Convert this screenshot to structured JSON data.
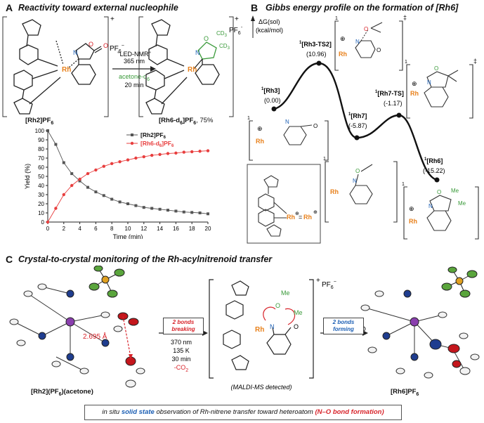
{
  "panel_a": {
    "letter": "A",
    "title": "Reactivity toward external nucleophile",
    "reactant_label": "[Rh2]PF",
    "reactant_sub": "6",
    "product_label": "[Rh6-d",
    "product_sub1": "6",
    "product_mid": "]PF",
    "product_sub2": "6",
    "product_yield": ", 75%",
    "cond_1": "365 nm",
    "cond_2": "\"LED-NMR\"",
    "cond_3": "acetone-d",
    "cond_3_sub": "6",
    "cond_4": "20 min",
    "charge": "+",
    "counterion": "PF",
    "counterion_sub": "6",
    "counterion_sup": "−",
    "atoms": {
      "rh": "Rh",
      "n": "N",
      "o": "O",
      "cd3": "CD"
    }
  },
  "panel_b": {
    "letter": "B",
    "title": "Gibbs energy profile on the formation of [Rh6]",
    "axis_label_1": "ΔG(sol)",
    "axis_label_2": "(kcal/mol)",
    "states": [
      {
        "name": "[Rh3]",
        "sup": "1",
        "energy": "(0.00)"
      },
      {
        "name": "[Rh3-TS2]",
        "sup": "1",
        "energy": "(10.96)"
      },
      {
        "name": "[Rh7]",
        "sup": "1",
        "energy": "(-5.87)"
      },
      {
        "name": "[Rh7-TS]",
        "sup": "1",
        "energy": "(-1.17)"
      },
      {
        "name": "[Rh6]",
        "sup": "1",
        "energy": "(-15.22)"
      }
    ],
    "ts_mark": "‡",
    "plus": "⊕",
    "eq_sign": "=",
    "atoms": {
      "rh": "Rh",
      "n": "N",
      "o": "O",
      "me": "Me"
    }
  },
  "chart_data": {
    "type": "line",
    "title": "",
    "xlabel": "Time (min)",
    "ylabel": "Yield (%)",
    "xlim": [
      0,
      20
    ],
    "ylim": [
      0,
      100
    ],
    "xticks": [
      0,
      2,
      4,
      6,
      8,
      10,
      12,
      14,
      16,
      18,
      20
    ],
    "yticks": [
      0,
      10,
      20,
      30,
      40,
      50,
      60,
      70,
      80,
      90,
      100
    ],
    "legend_position": "top-right",
    "series": [
      {
        "name": "[Rh2]PF",
        "name_sub": "6",
        "color": "#555555",
        "marker": "square",
        "x": [
          0,
          1,
          2,
          3,
          4,
          5,
          6,
          7,
          8,
          9,
          10,
          11,
          12,
          13,
          14,
          15,
          16,
          17,
          18,
          19,
          20
        ],
        "values": [
          100,
          85,
          65,
          53,
          45,
          38,
          33,
          29,
          25,
          22,
          20,
          18,
          16,
          15,
          14,
          13,
          12,
          11,
          10.5,
          10,
          9
        ]
      },
      {
        "name": "[Rh6-d",
        "name_sub": "6",
        "name_tail": "]PF",
        "name_sub2": "6",
        "color": "#e83e3e",
        "marker": "circle",
        "x": [
          0,
          1,
          2,
          3,
          4,
          5,
          6,
          7,
          8,
          9,
          10,
          11,
          12,
          13,
          14,
          15,
          16,
          17,
          18,
          19,
          20
        ],
        "values": [
          0,
          15,
          30,
          40,
          47,
          53,
          57,
          61,
          64,
          66,
          68,
          70,
          71.5,
          73,
          74,
          75,
          75.5,
          76.5,
          77,
          77.5,
          78
        ]
      }
    ]
  },
  "panel_c": {
    "letter": "C",
    "title": "Crystal-to-crystal monitoring of the Rh-acylnitrenoid transfer",
    "left_label": "[Rh2](PF",
    "left_sub": "6",
    "left_tail": ")(acetone)",
    "distance": "2.695 Å",
    "break_1": "2 bonds",
    "break_2": "breaking",
    "form_1": "2 bonds",
    "form_2": "forming",
    "cond_1": "370 nm",
    "cond_2": "135 K",
    "cond_3": "30 min",
    "cond_4": "-CO",
    "cond_4_sub": "2",
    "detected": "(MALDI-MS detected)",
    "right_label": "[Rh6]PF",
    "right_sub": "6",
    "charge": "+",
    "counterion": "PF",
    "counterion_sub": "6",
    "counterion_sup": "−",
    "atoms": {
      "rh": "Rh",
      "n": "N",
      "o": "O",
      "me": "Me"
    }
  },
  "footer": {
    "part1": "in situ ",
    "part2": "solid state",
    "part3": " observation of Rh-nitrene transfer toward heteroatom ",
    "part4": "(N–O bond formation)"
  },
  "colors": {
    "rh": "#e8801a",
    "nitrogen": "#1c5fb4",
    "oxygen": "#d8232a",
    "cd3": "#3a9a3a",
    "series_black": "#555555",
    "series_red": "#e83e3e",
    "atom_n": "#1f3d8f",
    "atom_o": "#c4161c",
    "atom_f": "#5aa53c",
    "atom_p": "#e0a020",
    "atom_rh": "#8a3fae"
  }
}
